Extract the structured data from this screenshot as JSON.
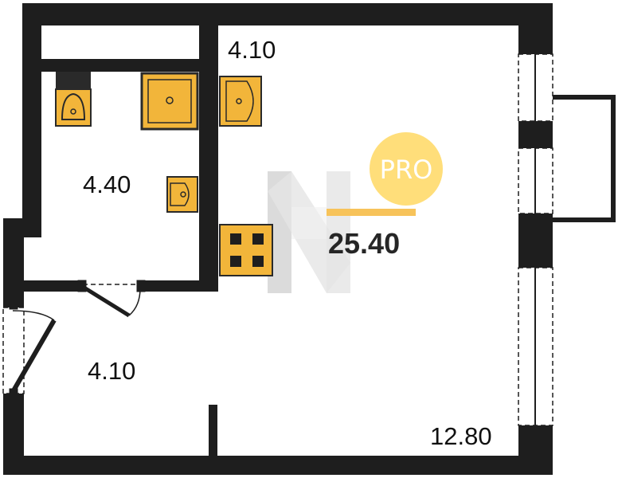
{
  "plan": {
    "rooms": [
      {
        "id": "storage",
        "area": "4.10"
      },
      {
        "id": "bathroom",
        "area": "4.40"
      },
      {
        "id": "hallway",
        "area": "4.10"
      },
      {
        "id": "living",
        "area": "12.80"
      }
    ],
    "total_area": "25.40"
  },
  "watermark": {
    "badge_text": "PRO"
  },
  "colors": {
    "wall": "#1e1e1e",
    "fixture_fill": "#f2b53a",
    "fixture_stroke": "#2a2a2a",
    "badge": "#ffde7a",
    "underline": "#f7c35a",
    "watermark_gray": "#d6d6d6"
  }
}
